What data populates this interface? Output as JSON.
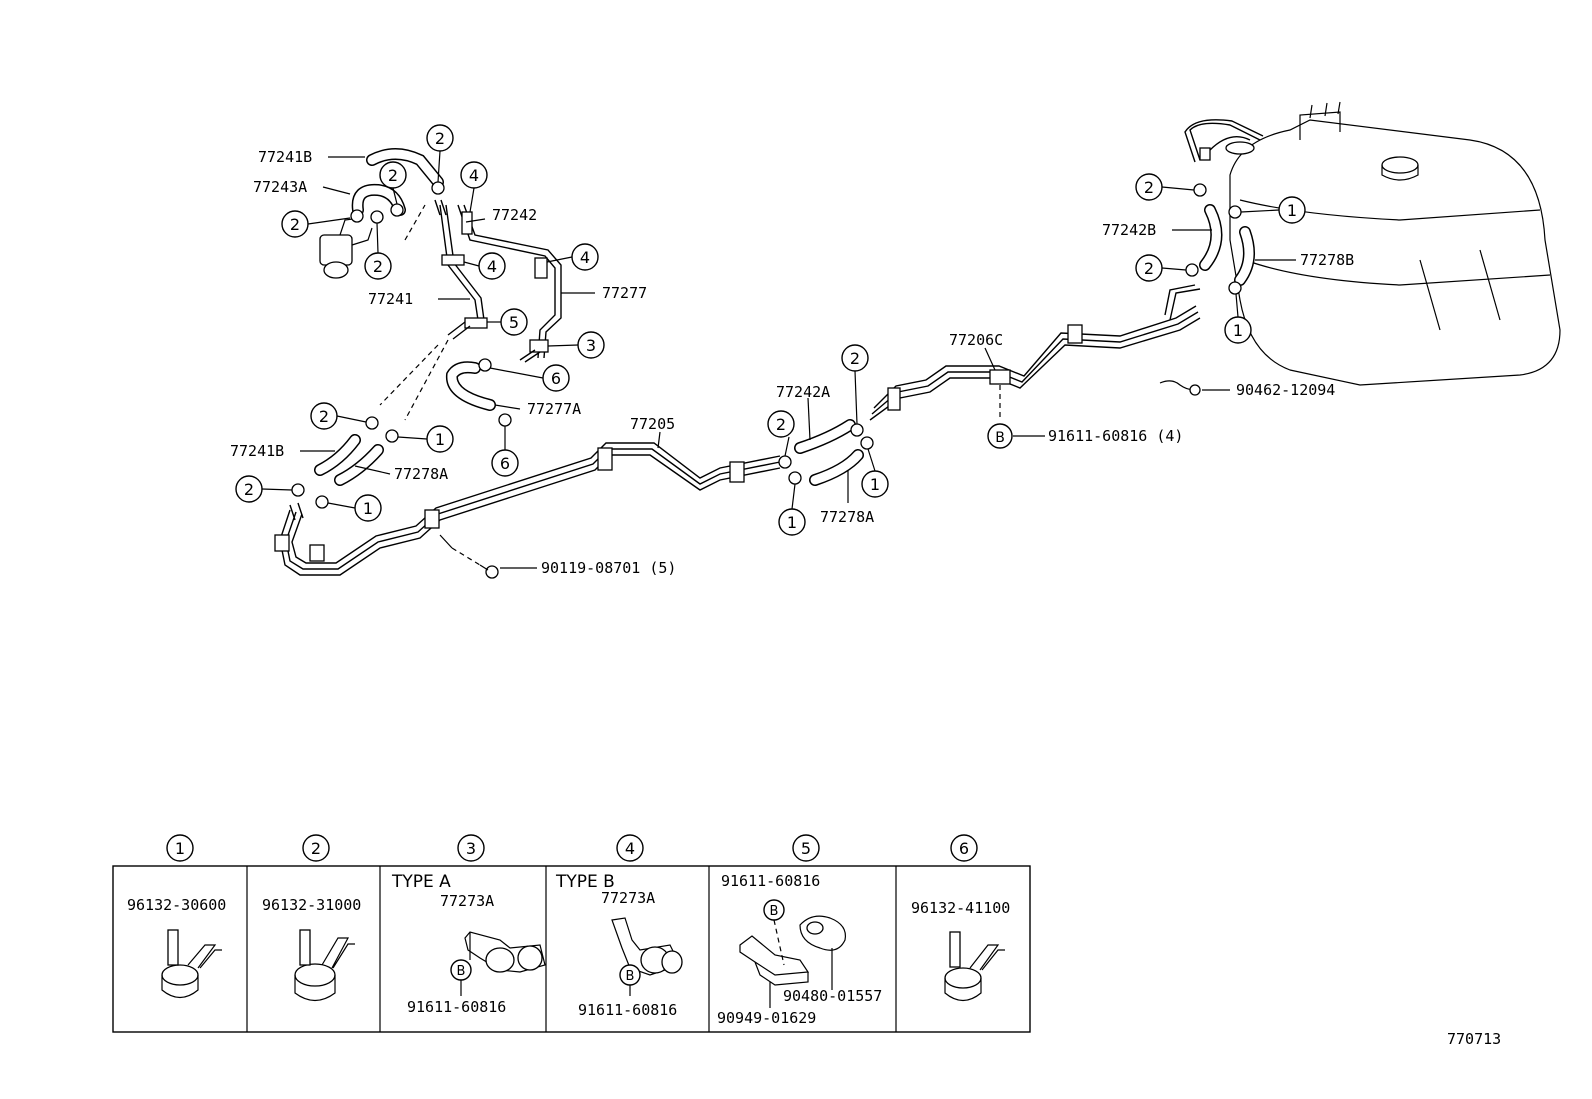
{
  "labels": {
    "p77241B_top": "77241B",
    "p77243A": "77243A",
    "p77242": "77242",
    "p77277": "77277",
    "p77241": "77241",
    "p77277A": "77277A",
    "p77241B_low": "77241B",
    "p77278A_left": "77278A",
    "p90119": "90119-08701 (5)",
    "p77205": "77205",
    "p77242A": "77242A",
    "p77278A_mid": "77278A",
    "p77206C": "77206C",
    "p91611_main": "91611-60816 (4)",
    "p77242B": "77242B",
    "p77278B": "77278B",
    "p90462": "90462-12094",
    "fig_code": "770713"
  },
  "callouts": {
    "c1": "1",
    "c2": "2",
    "c3": "3",
    "c4": "4",
    "c5": "5",
    "c6": "6",
    "cB": "B"
  },
  "legend": {
    "cells": [
      {
        "num": "1",
        "parts": [
          "96132-30600"
        ]
      },
      {
        "num": "2",
        "parts": [
          "96132-31000"
        ]
      },
      {
        "num": "3",
        "type": "TYPE A",
        "parts": [
          "77273A",
          "91611-60816"
        ]
      },
      {
        "num": "4",
        "type": "TYPE B",
        "parts": [
          "77273A",
          "91611-60816"
        ]
      },
      {
        "num": "5",
        "parts": [
          "91611-60816",
          "90480-01557",
          "90949-01629"
        ]
      },
      {
        "num": "6",
        "parts": [
          "96132-41100"
        ]
      }
    ]
  }
}
